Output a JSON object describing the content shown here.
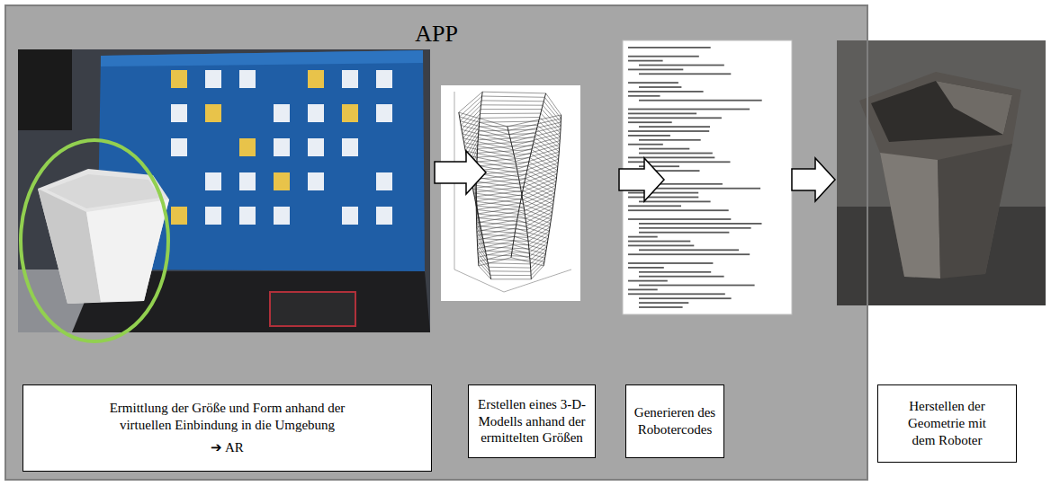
{
  "diagram": {
    "nodes": [
      {
        "text": [
          "APP"
        ]
      },
      {
        "text": [
          "Ermittlung der Größe und Form anhand der virtuellen Einbindung in die Umgebung",
          "➔ AR"
        ],
        "in": 0
      },
      {
        "text": [
          "Erstellen eines 3-D-Modells anhand der ermittelten Größen"
        ],
        "in": 0
      },
      {
        "text": [
          "Generieren des Robotercodes"
        ],
        "in": 0
      },
      {
        "text": [
          "Herstellen der Geometrie mit dem Roboter"
        ]
      }
    ]
  }
}
